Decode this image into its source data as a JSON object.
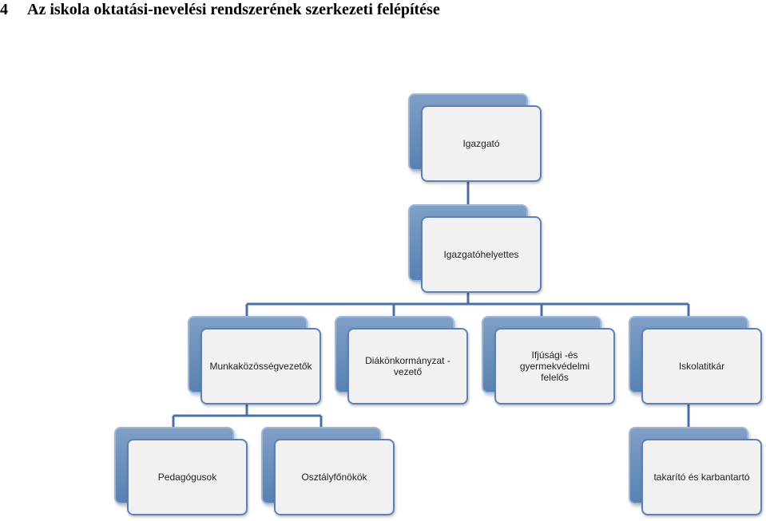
{
  "heading": {
    "number": "4",
    "title": "Az iskola oktatási-nevelési rendszerének szerkezeti felépítése"
  },
  "nodes": {
    "igazgato": "Igazgató",
    "igazgatohelyettes": "Igazgatóhelyettes",
    "munkakozossegvezetok": "Munkaközösségvezetők",
    "diakonkormanyzat": "Diákönkormányzat - vezető",
    "ifjusagi": "Ifjúsági -és gyermekvédelmi felelős",
    "iskolatitkar": "Iskolatitkár",
    "pedagogusok": "Pedagógusok",
    "osztalyfonokok": "Osztályfőnökök",
    "takarito": "takarító és karbantartó"
  },
  "colors": {
    "box_back": "#6b8fbf",
    "box_front": "#f1f1f1",
    "box_border": "#5b82b8",
    "connector": "#4a70a6"
  }
}
